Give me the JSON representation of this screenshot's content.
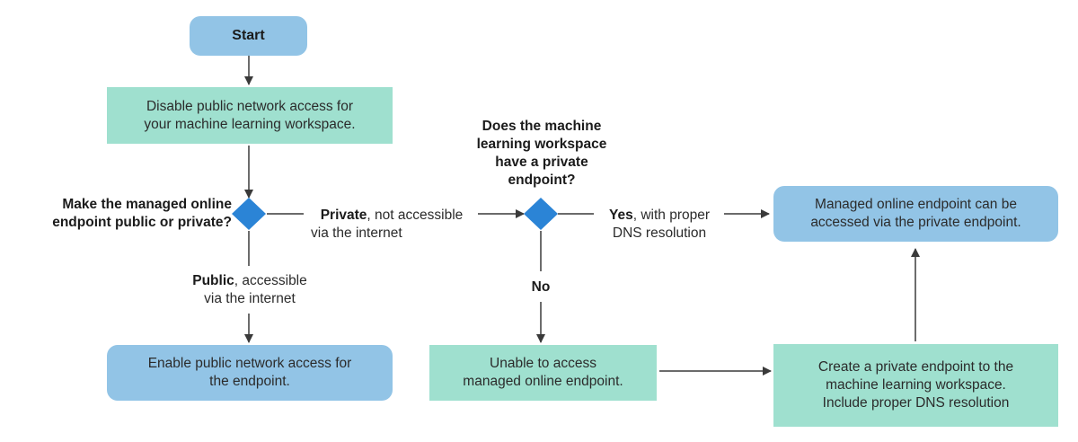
{
  "nodes": {
    "start": "Start",
    "disable_line1": "Disable public network access for",
    "disable_line2": "your machine learning workspace.",
    "enable_line1": "Enable public network access for",
    "enable_line2": "the endpoint.",
    "unable_line1": "Unable to access",
    "unable_line2": "managed online endpoint.",
    "create_line1": "Create a private endpoint to the",
    "create_line2": "machine learning workspace.",
    "create_line3": "Include proper DNS resolution",
    "managed_line1": "Managed online endpoint can be",
    "managed_line2": "accessed via the private endpoint."
  },
  "questions": {
    "public_private_line1": "Make the managed online",
    "public_private_line2": "endpoint public or private?",
    "private_endpoint_line1": "Does the machine",
    "private_endpoint_line2": "learning workspace",
    "private_endpoint_line3": "have a private",
    "private_endpoint_line4": "endpoint?"
  },
  "edges": {
    "private_bold": "Private",
    "private_rest": ", not accessible",
    "private_line2": "via the internet",
    "public_bold": "Public",
    "public_rest": ", accessible",
    "public_line2": "via the internet",
    "yes_bold": "Yes",
    "yes_rest": ", with proper",
    "yes_line2": "DNS resolution",
    "no": "No"
  },
  "colors": {
    "rounded_fill": "#92c4e6",
    "rect_fill": "#9fe0cf",
    "diamond_fill": "#2b84d6",
    "arrow": "#3a3a3a"
  }
}
